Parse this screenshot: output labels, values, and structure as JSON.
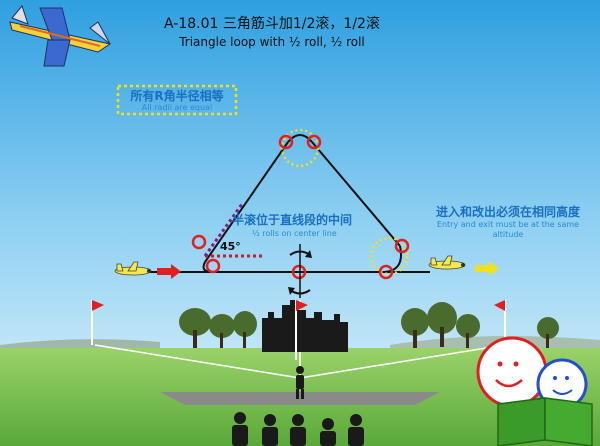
{
  "header": {
    "title_cn": "A-18.01 三角筋斗加1/2滚，1/2滚",
    "title_en": "Triangle loop with ½ roll, ½ roll"
  },
  "annotations": {
    "radii_cn": "所有R角半径相等",
    "radii_en": "All radii are equal",
    "half_roll_cn": "半滚位于直线段的中间",
    "half_roll_en": "½ rolls on center line",
    "angle_label": "45°",
    "entry_exit_cn": "进入和改出必须在相同高度",
    "entry_exit_en_1": "Entry and exit must be at the same",
    "entry_exit_en_2": "altitude"
  },
  "colors": {
    "sky_top": "#2f9fe0",
    "sky_bottom": "#dff2fb",
    "ground": "#7cc04e",
    "path": "#111111",
    "marker": "#e02020",
    "yellow_dotted": "#f0e020",
    "text_blue": "#1a6fc0",
    "arrow_red": "#e02020",
    "arrow_yellow": "#f0e020"
  },
  "icons": {
    "top_left": "aerobatic-plane-icon",
    "entry_plane": "yellow-plane-icon",
    "exit_plane": "yellow-plane-icon",
    "entry_arrow": "red-arrow-icon",
    "exit_arrow": "yellow-arrow-icon",
    "roll_arrow": "rotation-arrow-icon",
    "castle": "castle-silhouette-icon",
    "trees": "tree-icon",
    "flags": "red-flag-icon",
    "pilot": "pilot-silhouette-icon",
    "judges": "judge-silhouette-icon",
    "logo": "smiley-book-logo-icon"
  }
}
